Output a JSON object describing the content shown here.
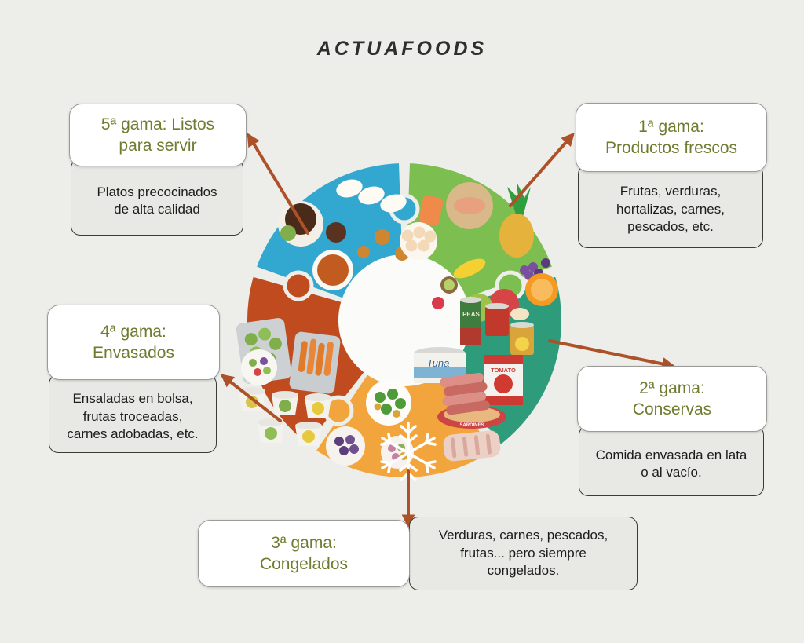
{
  "page": {
    "title": "ACTUAFOODS"
  },
  "colors": {
    "background": "#EDEDEA",
    "heading_text": "#2E2E2E",
    "title_text": "#6E7C30",
    "desc_text": "#1C1C1C",
    "box_bg": "#FFFFFF",
    "title_border": "#9B9B99",
    "desc_bg": "#E8E8E5",
    "desc_border": "#3A3A38",
    "arrow": "#AD5129",
    "hole": "#FBFBF9",
    "snowflake": "#FFFFFF"
  },
  "gamas": [
    {
      "ordinal": "1ª",
      "title": "1ª gama:\nProductos frescos",
      "description": "Frutas, verduras,\nhortalizas, carnes,\npescados, etc.",
      "color": "#7CBE50"
    },
    {
      "ordinal": "2ª",
      "title": "2ª gama:\nConservas",
      "description": "Comida envasada en lata\no al vacío.",
      "color": "#2E9C7A"
    },
    {
      "ordinal": "3ª",
      "title": "3ª gama:\nCongelados",
      "description": "Verduras, carnes, pescados,\nfrutas... pero siempre\ncongelados.",
      "color": "#F2A53C"
    },
    {
      "ordinal": "4ª",
      "title": "4ª gama:\nEnvasados",
      "description": "Ensaladas en bolsa,\nfrutas troceadas,\ncarnes adobadas, etc.",
      "color": "#C04B1E"
    },
    {
      "ordinal": "5ª",
      "title": "5ª gama: Listos\npara servir",
      "description": "Platos precocinados\nde alta calidad",
      "color": "#32A7D0"
    }
  ],
  "cans": {
    "tuna": "Tuna",
    "tomato": "TOMATO",
    "sardines": "SARDINES",
    "peas": "PEAS"
  }
}
